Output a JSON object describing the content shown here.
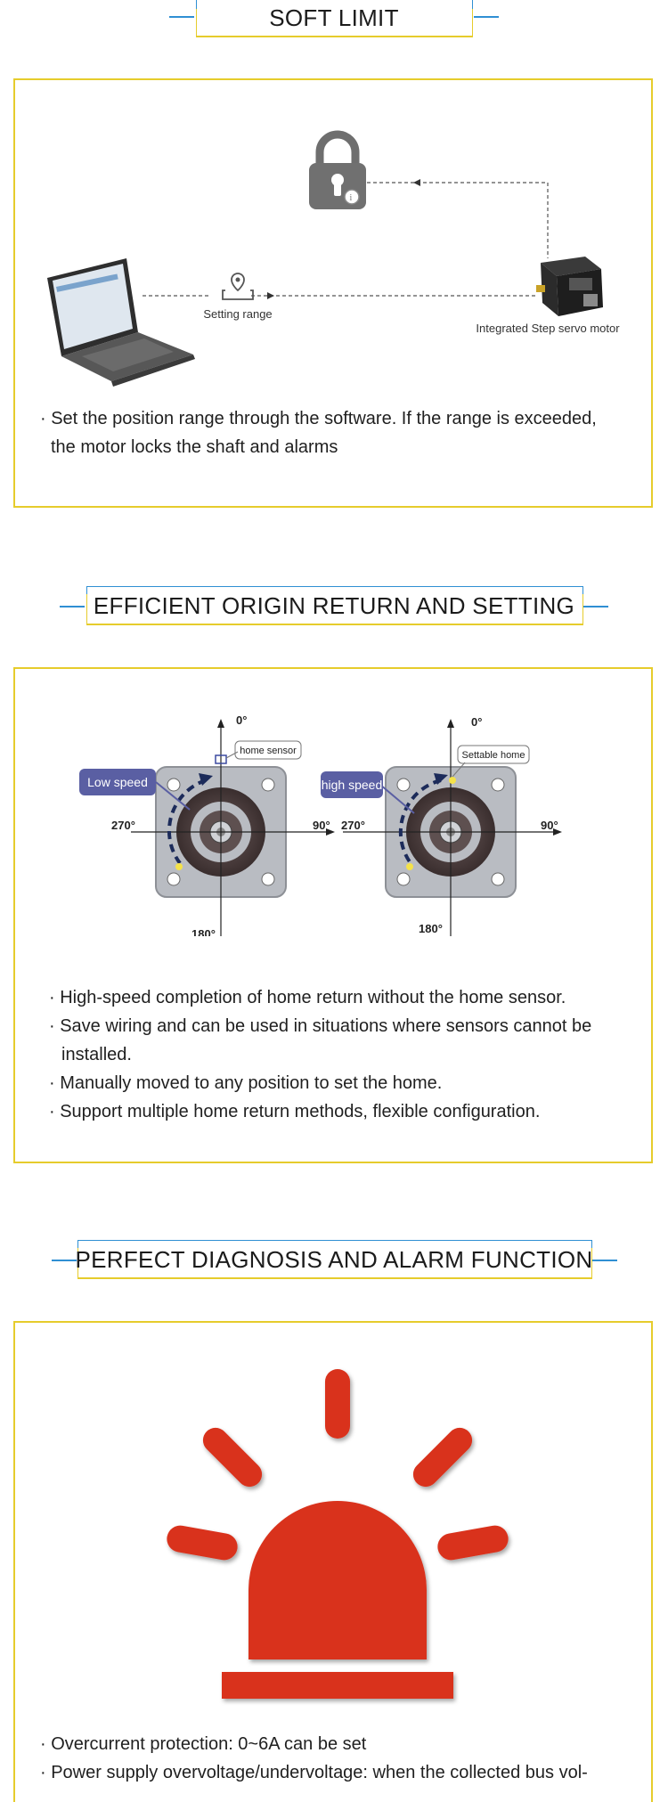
{
  "sections": {
    "soft_limit": {
      "title": "SOFT LIMIT",
      "labels": {
        "setting_range": "Setting range",
        "motor": "Integrated Step servo motor"
      },
      "bullets": [
        "· Set the position range through the software. If the range is exceeded,",
        "the motor locks the shaft and alarms"
      ]
    },
    "origin_return": {
      "title": "EFFICIENT ORIGIN RETURN AND SETTING",
      "left_motor": {
        "top": "0°",
        "left": "270°",
        "right": "90°",
        "bottom": "180°",
        "callout": "home sensor",
        "badge": "Low speed"
      },
      "right_motor": {
        "top": "0°",
        "left": "270°",
        "right": "90°",
        "bottom": "180°",
        "callout": "Settable home",
        "badge": "high speed"
      },
      "bullets": [
        "· High-speed completion of home return without the home sensor.",
        "· Save wiring and can be used in situations where sensors cannot be",
        "installed.",
        "· Manually moved to any position to set the home.",
        "· Support multiple home return methods, flexible configuration."
      ]
    },
    "diagnosis": {
      "title": "PERFECT DIAGNOSIS AND ALARM FUNCTION",
      "bullets": [
        "· Overcurrent protection: 0~6A can be set",
        "· Power supply overvoltage/undervoltage: when the collected bus vol-"
      ]
    }
  },
  "colors": {
    "accent_blue": "#2f8fd3",
    "accent_yellow": "#e6cc2c",
    "badge": "#5a5fa3",
    "alarm_red": "#d9321d"
  },
  "icons": [
    "lock-icon",
    "laptop-icon",
    "map-pin-icon",
    "servo-motor-icon",
    "stepper-motor-icon",
    "alarm-light-icon"
  ]
}
